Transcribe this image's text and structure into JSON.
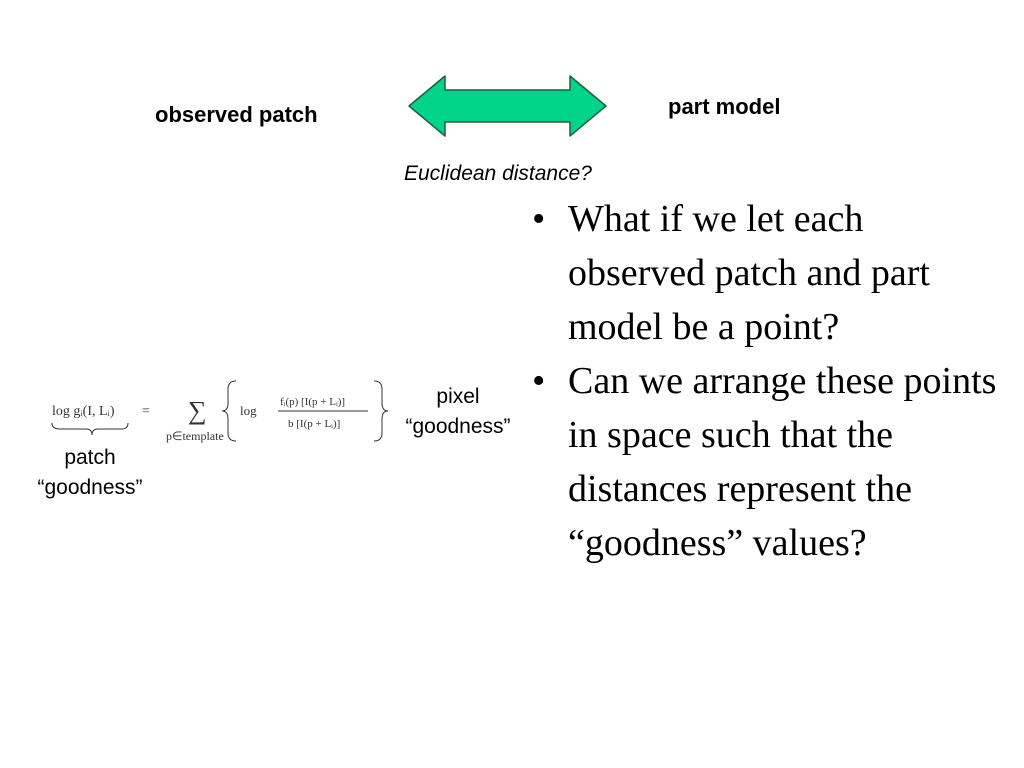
{
  "diagram": {
    "observed_label": "observed patch",
    "part_label": "part model",
    "distance_label": "Euclidean distance?",
    "arrow_color": "#00d38a"
  },
  "bullets": [
    "What if we let each observed patch and part model be a point?",
    "Can we arrange these points in space such that the distances represent the “goodness” values?"
  ],
  "formula": {
    "lhs": "log gᵢ(I, Lᵢ)",
    "equals": "=",
    "sum_symbol": "∑",
    "sum_subscript": "p∈template",
    "log": "log",
    "numerator": "fᵢ(p) [I(p + Lᵢ)]",
    "denominator": "b [I(p + Lᵢ)]"
  },
  "annotations": {
    "pixel_goodness": [
      "pixel",
      "“goodness”"
    ],
    "patch_goodness": [
      "patch",
      "“goodness”"
    ]
  }
}
